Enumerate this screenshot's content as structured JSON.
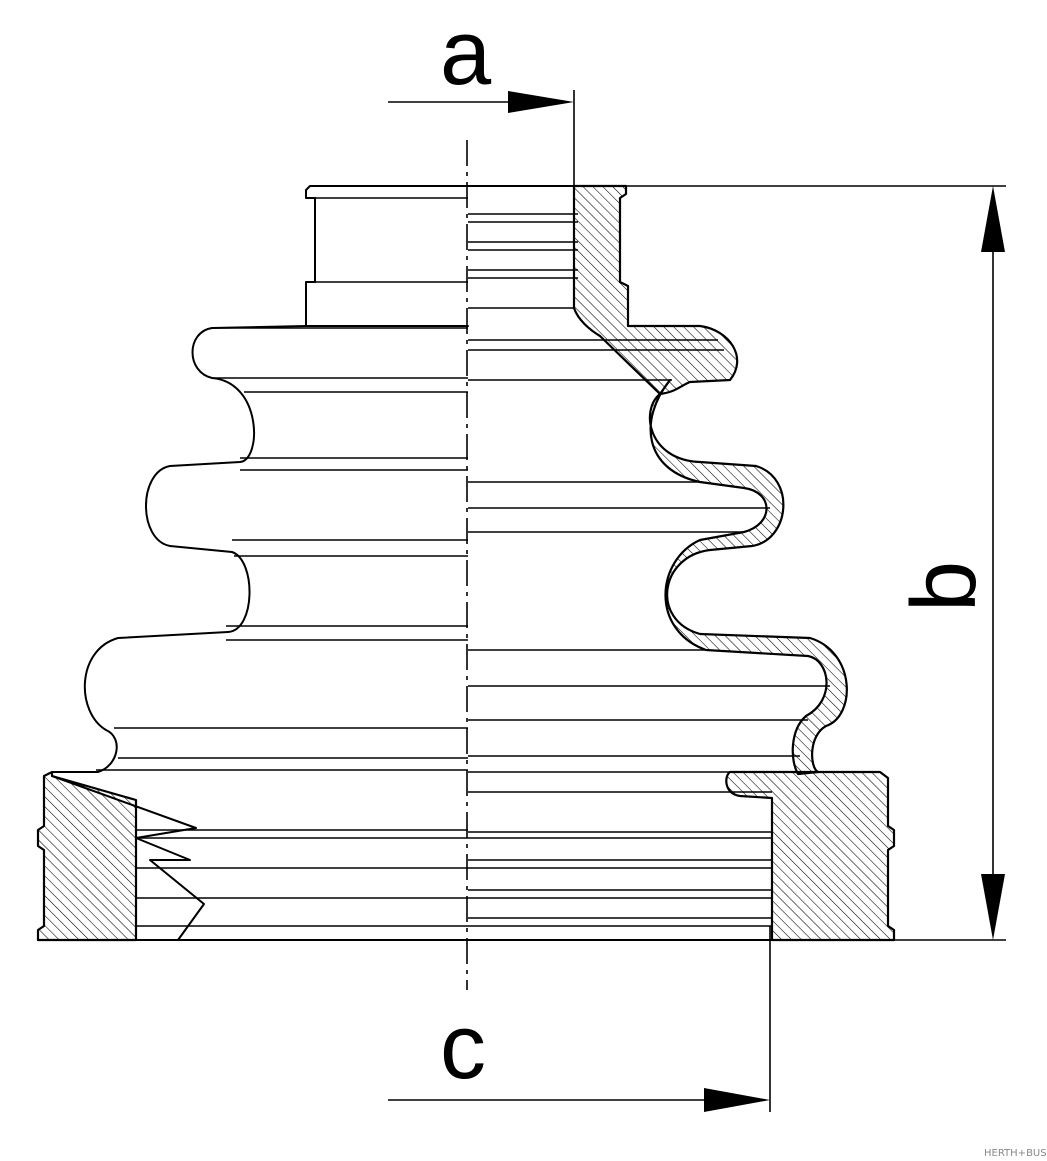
{
  "diagram": {
    "dimensions": [
      {
        "id": "a",
        "label": "a"
      },
      {
        "id": "b",
        "label": "b"
      },
      {
        "id": "c",
        "label": "c"
      }
    ],
    "watermark": "HERTH+BUSS"
  }
}
